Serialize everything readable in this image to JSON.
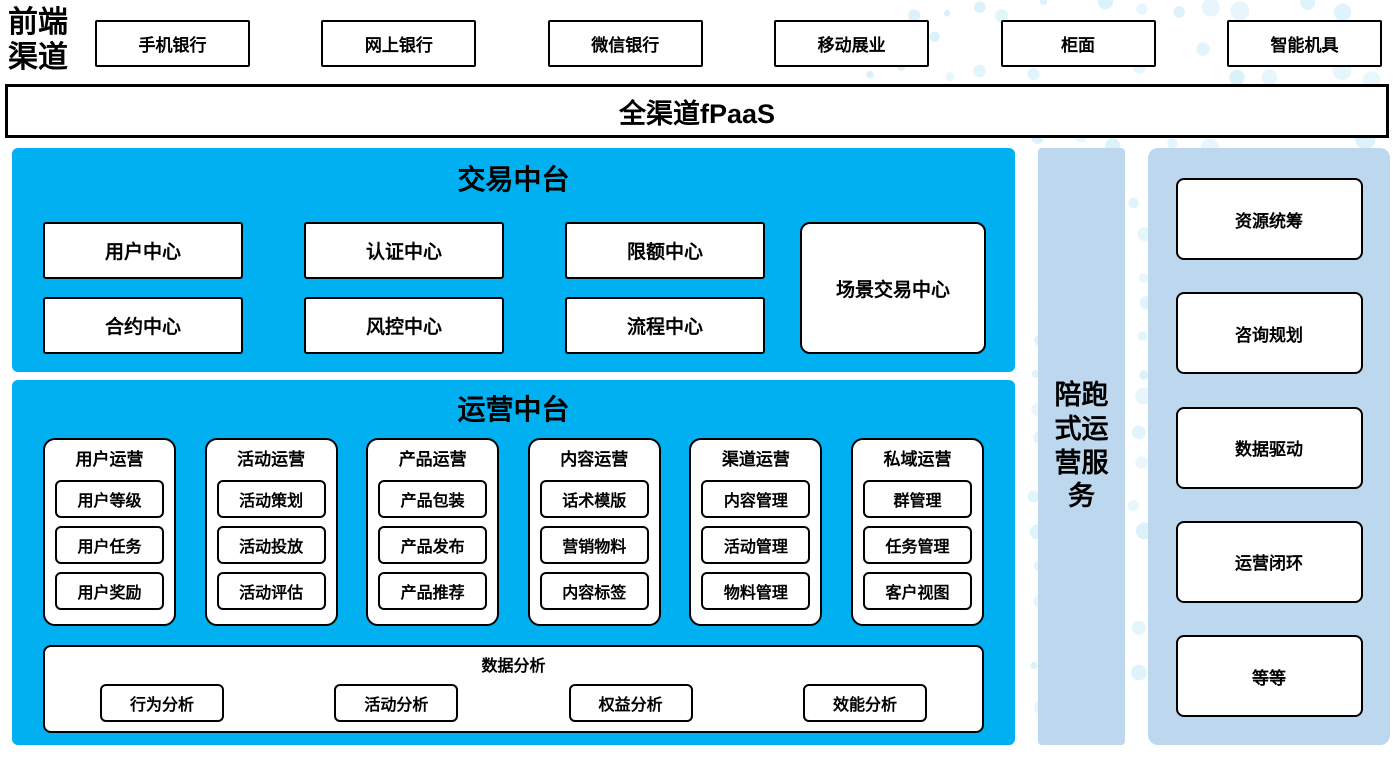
{
  "colors": {
    "platform_cyan": "#00b0f0",
    "side_light_blue": "#bdd7ee",
    "dot_light_cyan": "#d9f1fb",
    "box_border": "#000000"
  },
  "front_channels": {
    "label": "前端渠道",
    "items": [
      "手机银行",
      "网上银行",
      "微信银行",
      "移动展业",
      "柜面",
      "智能机具"
    ]
  },
  "fpaas_bar": {
    "label": "全渠道fPaaS"
  },
  "trade_platform": {
    "title": "交易中台",
    "centers": [
      "用户中心",
      "认证中心",
      "限额中心",
      "合约中心",
      "风控中心",
      "流程中心"
    ],
    "scene_center": "场景交易中心"
  },
  "operation_platform": {
    "title": "运营中台",
    "groups": [
      {
        "title": "用户运营",
        "items": [
          "用户等级",
          "用户任务",
          "用户奖励"
        ]
      },
      {
        "title": "活动运营",
        "items": [
          "活动策划",
          "活动投放",
          "活动评估"
        ]
      },
      {
        "title": "产品运营",
        "items": [
          "产品包装",
          "产品发布",
          "产品推荐"
        ]
      },
      {
        "title": "内容运营",
        "items": [
          "话术模版",
          "营销物料",
          "内容标签"
        ]
      },
      {
        "title": "渠道运营",
        "items": [
          "内容管理",
          "活动管理",
          "物料管理"
        ]
      },
      {
        "title": "私域运营",
        "items": [
          "群管理",
          "任务管理",
          "客户视图"
        ]
      }
    ],
    "data_analysis": {
      "title": "数据分析",
      "items": [
        "行为分析",
        "活动分析",
        "权益分析",
        "效能分析"
      ]
    }
  },
  "side_service": {
    "label": "陪跑式运营服务"
  },
  "right_panel": {
    "items": [
      {
        "label": "资源统筹",
        "bold": true
      },
      {
        "label": "咨询规划",
        "bold": false
      },
      {
        "label": "数据驱动",
        "bold": false
      },
      {
        "label": "运营闭环",
        "bold": true
      },
      {
        "label": "等等",
        "bold": false
      }
    ]
  }
}
